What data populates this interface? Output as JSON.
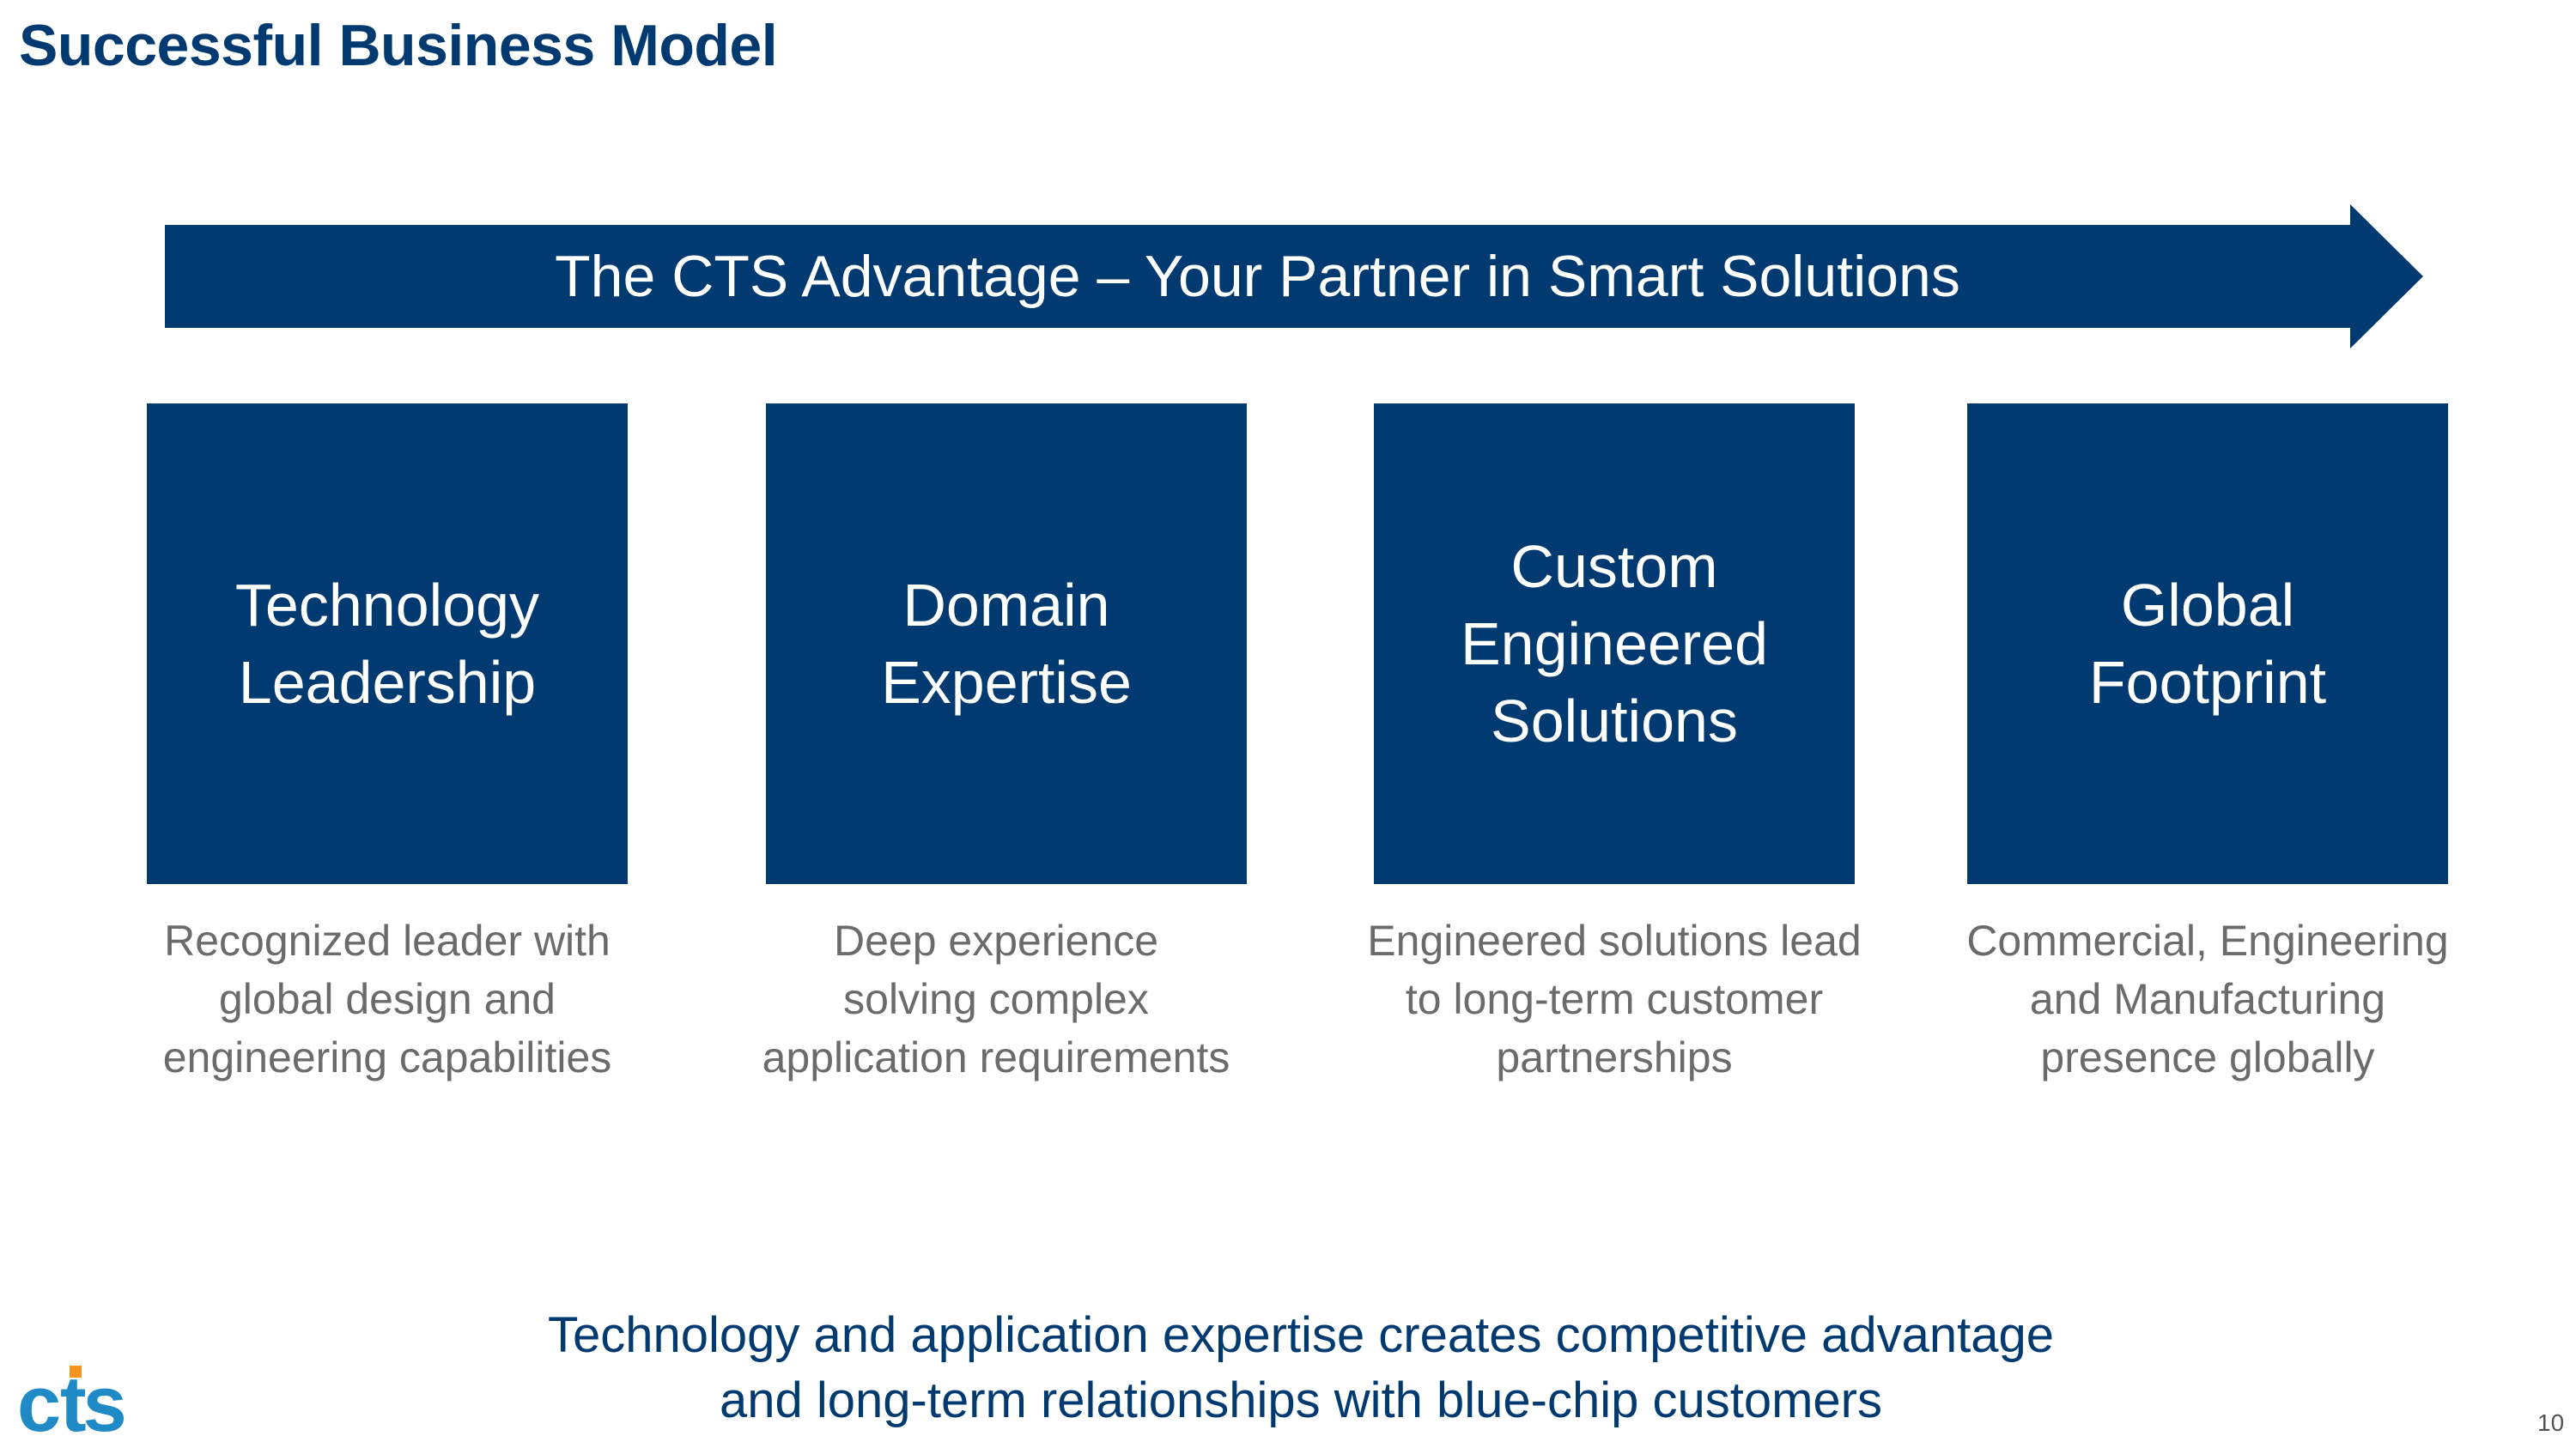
{
  "title": "Successful Business Model",
  "banner": {
    "text": "The CTS Advantage – Your Partner in Smart Solutions"
  },
  "pillars": [
    {
      "title_lines": [
        "Technology",
        "Leadership"
      ],
      "desc_lines": [
        "Recognized leader with",
        "global design and",
        "engineering capabilities"
      ]
    },
    {
      "title_lines": [
        "Domain",
        "Expertise"
      ],
      "desc_lines": [
        "Deep experience",
        "solving complex",
        "application requirements"
      ]
    },
    {
      "title_lines": [
        "Custom",
        "Engineered",
        "Solutions"
      ],
      "desc_lines": [
        "Engineered solutions lead",
        "to long-term customer",
        "partnerships"
      ]
    },
    {
      "title_lines": [
        "Global",
        "Footprint"
      ],
      "desc_lines": [
        "Commercial, Engineering",
        "and Manufacturing",
        "presence globally"
      ]
    }
  ],
  "tagline": {
    "lines": [
      "Technology and application expertise creates competitive advantage",
      "and long-term relationships with blue-chip customers"
    ]
  },
  "logo": {
    "text": "cts",
    "icon": "cts-logo-icon",
    "color": "#1f8ac6",
    "accent": "#f7941d"
  },
  "page_number": "10",
  "colors": {
    "brand_navy": "#003a70",
    "description_gray": "#6b6b6b"
  }
}
